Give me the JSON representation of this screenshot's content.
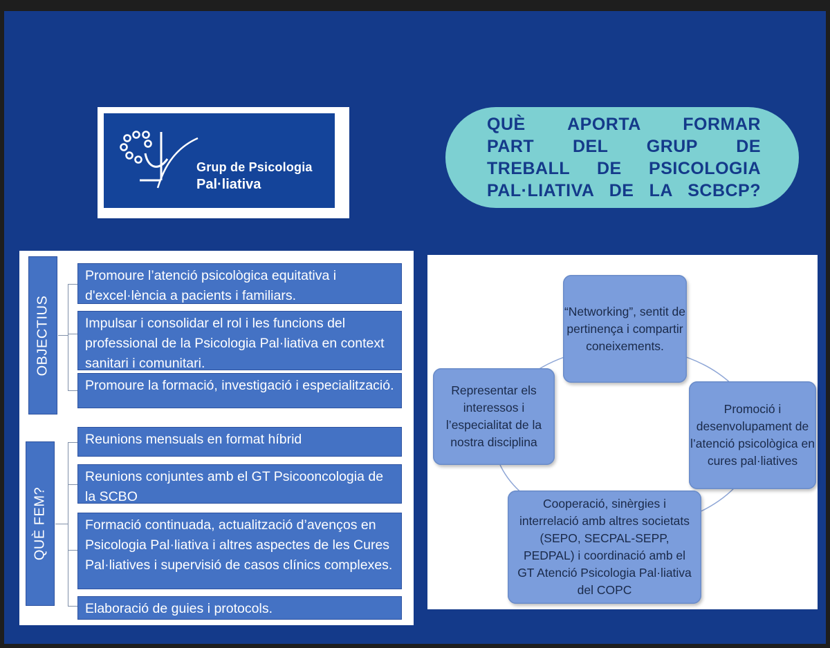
{
  "logo": {
    "line1": "Grup de Psicologia",
    "line2": "Pal·liativa"
  },
  "title": {
    "lines": [
      "QUÈ APORTA FORMAR",
      "PART DEL GRUP DE",
      "TREBALL DE PSICOLOGIA",
      "PAL·LIATIVA DE LA SCBCP?"
    ]
  },
  "objectius": {
    "label": "OBJECTIUS",
    "items": [
      "Promoure l’atenció psicològica equitativa i d'excel·lència a pacients i familiars.",
      "Impulsar i consolidar el rol i les funcions del professional de la Psicologia Pal·liativa en context sanitari i comunitari.",
      "Promoure la formació, investigació i especialització."
    ]
  },
  "que_fem": {
    "label": "QUÈ FEM?",
    "items": [
      "Reunions mensuals en format híbrid",
      "Reunions conjuntes amb el GT Psicooncologia de la SCBO",
      "Formació continuada, actualització d’avenços en Psicologia Pal·liativa i altres aspectes de les Cures Pal·liatives i supervisió de casos clínics complexes.",
      "Elaboració de guies i protocols."
    ]
  },
  "cycle": {
    "nodes": [
      "“Networking”, sentit de pertinença i compartir coneixements.",
      "Promoció i desenvolupament de l’atenció psicològica en cures pal·liatives",
      "Cooperació, sinèrgies i interrelació amb altres societats (SEPO, SECPAL-SEPP, PEDPAL) i coordinació amb el GT Atenció Psicologia Pal·liativa del COPC",
      "Representar els interessos i l’especialitat de la nostra disciplina"
    ]
  },
  "colors": {
    "background": "#143a8a",
    "box": "#4472c4",
    "pill": "#7dd0d2",
    "node": "#7b9ddc"
  }
}
